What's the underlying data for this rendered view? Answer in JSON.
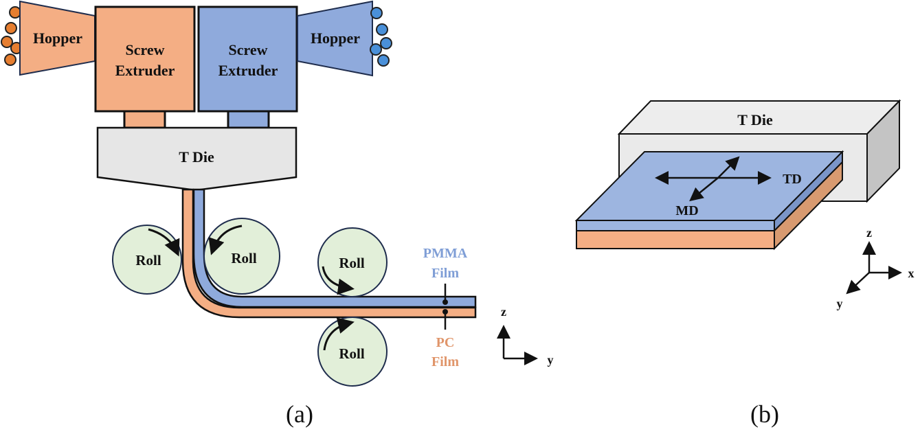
{
  "panel_a": {
    "caption": "(a)",
    "hopper_left": "Hopper",
    "hopper_right": "Hopper",
    "extruder_left_l1": "Screw",
    "extruder_left_l2": "Extruder",
    "extruder_right_l1": "Screw",
    "extruder_right_l2": "Extruder",
    "die": "T Die",
    "rolls": [
      "Roll",
      "Roll",
      "Roll",
      "Roll"
    ],
    "pmma_l1": "PMMA",
    "pmma_l2": "Film",
    "pc_l1": "PC",
    "pc_l2": "Film",
    "axis_z": "z",
    "axis_y": "y"
  },
  "panel_b": {
    "caption": "(b)",
    "die": "T Die",
    "td": "TD",
    "md": "MD",
    "axis_z": "z",
    "axis_x": "x",
    "axis_y": "y"
  },
  "colors": {
    "pc_orange": "#F4AE84",
    "pmma_blue": "#8FAADC",
    "die_gray": "#E6E6E6",
    "roll_green": "#E2EFD9",
    "pellet_orange": "#E67E30",
    "pellet_blue": "#4A90D9",
    "pmma_text": "#7F9ED6",
    "pc_text": "#E0956A"
  }
}
